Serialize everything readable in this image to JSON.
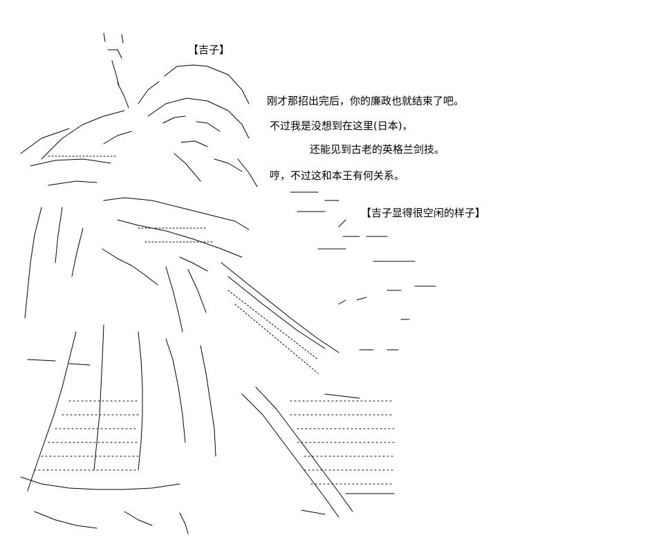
{
  "speaker": "【吉子】",
  "dialogue": [
    "刚才那招出完后，你的廉政也就结束了吧。",
    "不过我是没想到在这里(日本)，",
    "还能见到古老的英格兰剑技。",
    "哼，不过这和本王有何关系。"
  ],
  "stage_note": "【吉子显得很空闲的样子】",
  "figure": {
    "description_icon": "ascii-art-figure-icon",
    "ink_color": "#000000",
    "background_color": "#ffffff"
  }
}
